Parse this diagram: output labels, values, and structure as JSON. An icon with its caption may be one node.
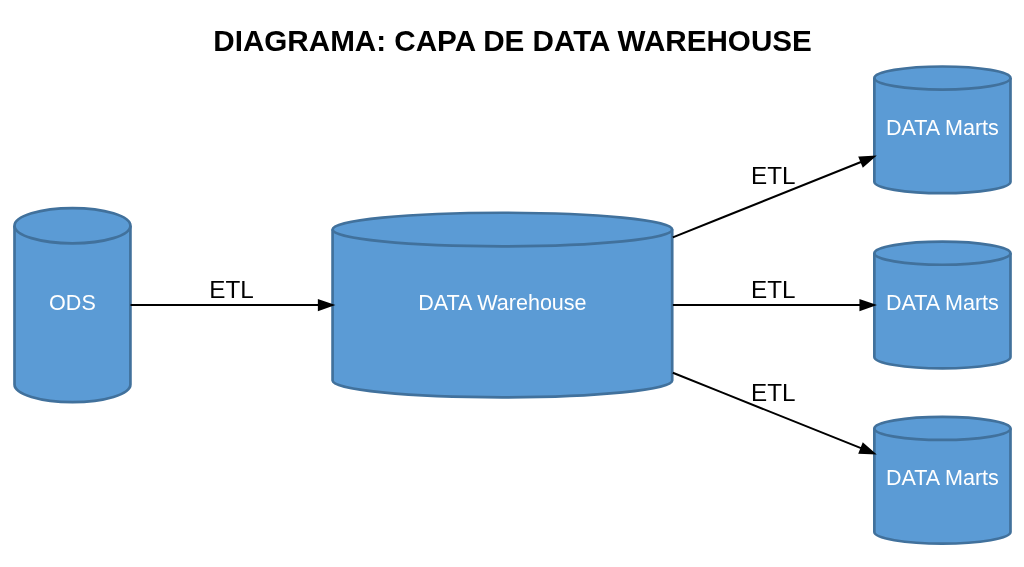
{
  "diagram": {
    "title": "DIAGRAMA: CAPA DE DATA WAREHOUSE",
    "nodes": [
      {
        "text": [
          "ODS"
        ]
      },
      {
        "text": [
          "DATA Warehouse"
        ]
      },
      {
        "text": [
          "DATA Marts"
        ]
      },
      {
        "text": [
          "DATA Marts"
        ]
      },
      {
        "text": [
          "DATA Marts"
        ]
      }
    ],
    "edges": [
      {
        "from": 0,
        "to": 1,
        "arrow": "to",
        "label": "ETL"
      },
      {
        "from": 1,
        "to": 2,
        "arrow": "to",
        "label": "ETL"
      },
      {
        "from": 1,
        "to": 3,
        "arrow": "to",
        "label": "ETL"
      },
      {
        "from": 1,
        "to": 4,
        "arrow": "to",
        "label": "ETL"
      }
    ]
  }
}
